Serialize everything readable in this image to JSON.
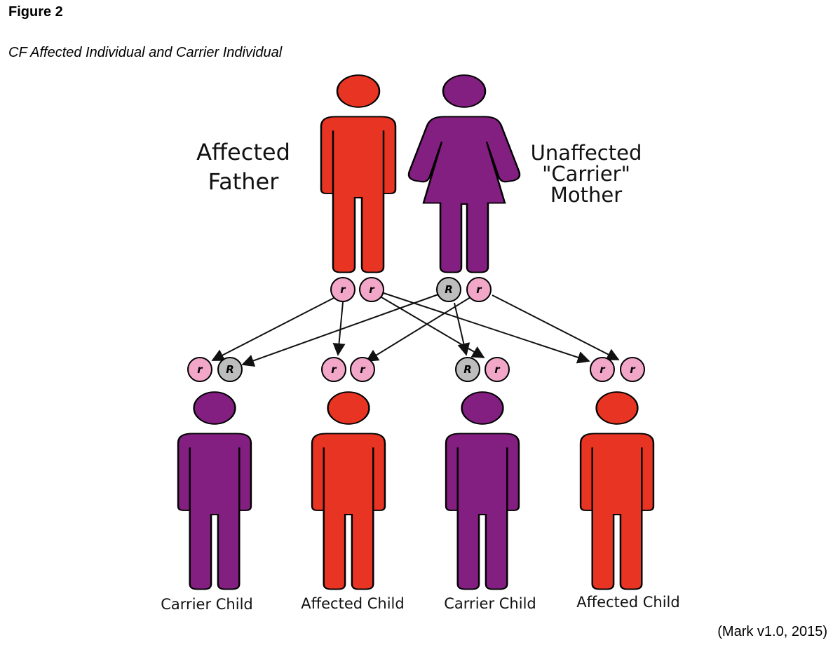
{
  "figure_label": "Figure 2",
  "caption": "CF Affected Individual and Carrier Individual",
  "credit": "(Mark v1.0, 2015)",
  "colors": {
    "affected": "#e83523",
    "carrier": "#821f80",
    "recessive_allele": "#f2a7c9",
    "dominant_allele": "#bdbdbd",
    "outline": "#000000"
  },
  "parents": {
    "father": {
      "label_line1": "Affected",
      "label_line2": "Father",
      "alleles": [
        "r",
        "r"
      ],
      "status": "affected"
    },
    "mother": {
      "label_line1": "Unaffected",
      "label_line2": "\"Carrier\"",
      "label_line3": "Mother",
      "alleles": [
        "R",
        "r"
      ],
      "status": "carrier"
    }
  },
  "children": [
    {
      "label": "Carrier Child",
      "alleles": [
        "r",
        "R"
      ],
      "status": "carrier"
    },
    {
      "label": "Affected Child",
      "alleles": [
        "r",
        "r"
      ],
      "status": "affected"
    },
    {
      "label": "Carrier Child",
      "alleles": [
        "R",
        "r"
      ],
      "status": "carrier"
    },
    {
      "label": "Affected Child",
      "alleles": [
        "r",
        "r"
      ],
      "status": "affected"
    }
  ]
}
